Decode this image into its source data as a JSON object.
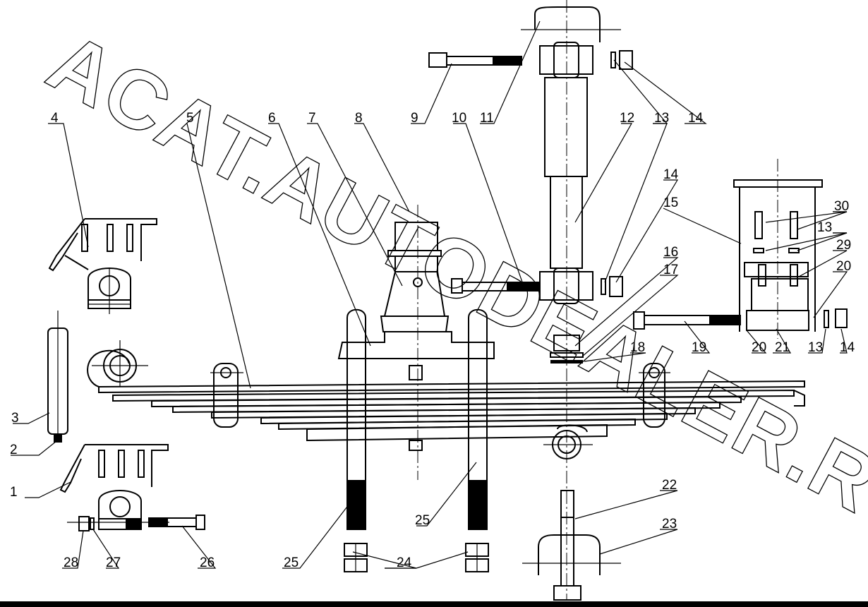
{
  "watermark": "ACAT.AUTODEALER.RU",
  "callouts": [
    {
      "id": "1",
      "label": "1"
    },
    {
      "id": "2",
      "label": "2"
    },
    {
      "id": "3",
      "label": "3"
    },
    {
      "id": "4",
      "label": "4"
    },
    {
      "id": "5",
      "label": "5"
    },
    {
      "id": "6",
      "label": "6"
    },
    {
      "id": "7",
      "label": "7"
    },
    {
      "id": "8",
      "label": "8"
    },
    {
      "id": "9",
      "label": "9"
    },
    {
      "id": "10",
      "label": "10"
    },
    {
      "id": "11",
      "label": "11"
    },
    {
      "id": "12",
      "label": "12"
    },
    {
      "id": "13a",
      "label": "13"
    },
    {
      "id": "13b",
      "label": "13"
    },
    {
      "id": "13c",
      "label": "13"
    },
    {
      "id": "14a",
      "label": "14"
    },
    {
      "id": "14b",
      "label": "14"
    },
    {
      "id": "14c",
      "label": "14"
    },
    {
      "id": "15",
      "label": "15"
    },
    {
      "id": "16",
      "label": "16"
    },
    {
      "id": "17",
      "label": "17"
    },
    {
      "id": "18",
      "label": "18"
    },
    {
      "id": "19",
      "label": "19"
    },
    {
      "id": "20a",
      "label": "20"
    },
    {
      "id": "20b",
      "label": "20"
    },
    {
      "id": "21",
      "label": "21"
    },
    {
      "id": "22",
      "label": "22"
    },
    {
      "id": "23",
      "label": "23"
    },
    {
      "id": "24",
      "label": "24"
    },
    {
      "id": "25a",
      "label": "25"
    },
    {
      "id": "25b",
      "label": "25"
    },
    {
      "id": "26",
      "label": "26"
    },
    {
      "id": "27",
      "label": "27"
    },
    {
      "id": "28",
      "label": "28"
    },
    {
      "id": "29",
      "label": "29"
    },
    {
      "id": "30",
      "label": "30"
    }
  ]
}
